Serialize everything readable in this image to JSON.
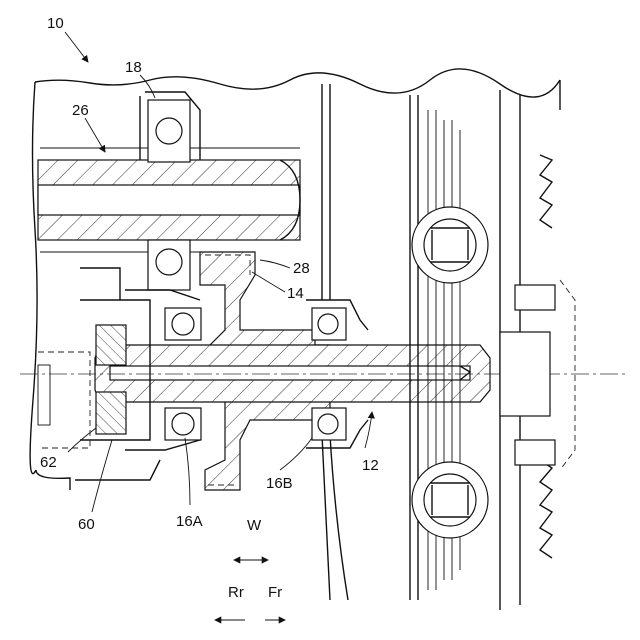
{
  "figure": {
    "reference_labels": {
      "assembly": "10",
      "bearing_top": "18",
      "shaft_upper": "26",
      "seal": "28",
      "hub": "14",
      "shaft_main": "12",
      "bearing_16A": "16A",
      "bearing_16B": "16B",
      "part_60": "60",
      "part_62": "62"
    },
    "direction_labels": {
      "width": "W",
      "rear": "Rr",
      "front": "Fr"
    }
  }
}
